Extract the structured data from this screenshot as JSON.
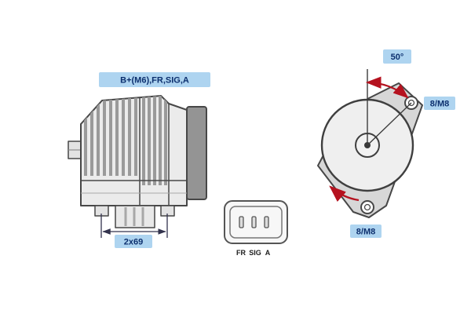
{
  "labels": {
    "terminals": "B+(M6),FR,SIG,A",
    "dimension": "2x69",
    "angle": "50°",
    "mount_top": "8/M8",
    "mount_bottom": "8/M8"
  },
  "connector": {
    "pins": [
      "FR",
      "SIG",
      "A"
    ]
  },
  "colors": {
    "accent_blue_bg": "#aed4f0",
    "label_text": "#0c2f6e",
    "outline": "#474747",
    "arrow_red": "#b5121f",
    "dim_line": "#33334d"
  }
}
